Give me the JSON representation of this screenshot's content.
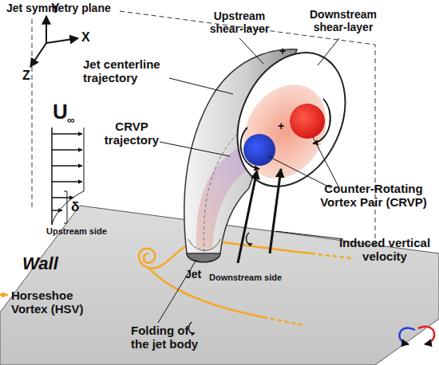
{
  "diagram": {
    "labels": [
      "Jet symmetry plane",
      "Y",
      "X",
      "Z",
      "Upstream shear-layer",
      "Downstream shear-layer",
      "Jet centerline trajectory",
      "CRVP trajectory",
      "Counter-Rotating Vortex Pair (CRVP)",
      "Induced vertical velocity",
      "U",
      "∞",
      "δ",
      "Upstream side",
      "Downstream side",
      "Wall",
      "Jet",
      "Horseshoe Vortex (HSV)",
      "Folding of the jet body",
      "+",
      "+"
    ]
  }
}
